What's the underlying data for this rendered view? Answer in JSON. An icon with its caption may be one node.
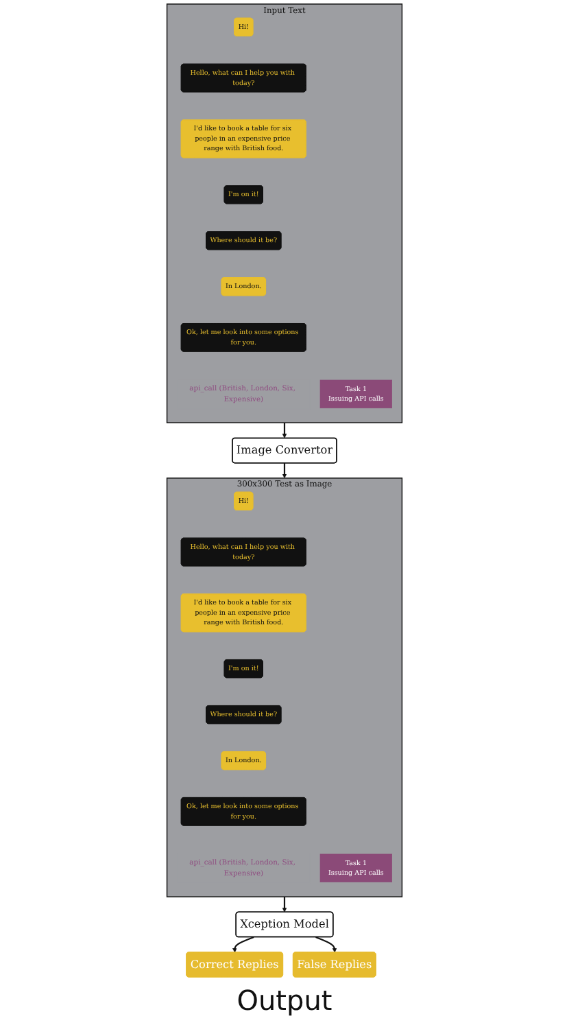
{
  "diagram": {
    "nodes": [
      {
        "text": [
          "Input Text"
        ]
      },
      {
        "text": [
          "Hi!"
        ],
        "in": 0
      },
      {
        "text": [
          "Hello, what can I help you with today?"
        ],
        "in": 0
      },
      {
        "text": [
          "I'd like to book a table for six people in an expensive price range with British food."
        ],
        "in": 0
      },
      {
        "text": [
          "I'm on it!"
        ],
        "in": 0
      },
      {
        "text": [
          "Where should it be?"
        ],
        "in": 0
      },
      {
        "text": [
          "In London."
        ],
        "in": 0
      },
      {
        "text": [
          "Ok, let me look into some options for you."
        ],
        "in": 0
      },
      {
        "text": [
          "api_call (British, London, Six, Expensive)"
        ],
        "in": 0
      },
      {
        "text": [
          "Task 1",
          "Issuing API calls"
        ],
        "in": 0
      },
      {
        "text": [
          "Image Convertor"
        ]
      },
      {
        "text": [
          "300x300 Test as Image"
        ]
      },
      {
        "text": [
          "Hi!"
        ],
        "in": 11
      },
      {
        "text": [
          "Hello, what can I help you with today?"
        ],
        "in": 11
      },
      {
        "text": [
          "I'd like to book a table for six people in an expensive price range with British food."
        ],
        "in": 11
      },
      {
        "text": [
          "I'm on it!"
        ],
        "in": 11
      },
      {
        "text": [
          "Where should it be?"
        ],
        "in": 11
      },
      {
        "text": [
          "In London."
        ],
        "in": 11
      },
      {
        "text": [
          "Ok, let me look into some options for you."
        ],
        "in": 11
      },
      {
        "text": [
          "api_call (British, London, Six, Expensive)"
        ],
        "in": 11
      },
      {
        "text": [
          "Task 1",
          "Issuing API calls"
        ],
        "in": 11
      },
      {
        "text": [
          "Xception Model"
        ]
      },
      {
        "text": [
          "Correct Replies"
        ]
      },
      {
        "text": [
          "False Replies"
        ]
      }
    ],
    "edges": [
      {
        "from": 0,
        "to": 10,
        "arrow": "to"
      },
      {
        "from": 10,
        "to": 11,
        "arrow": "to"
      },
      {
        "from": 11,
        "to": 21,
        "arrow": "to"
      },
      {
        "from": 21,
        "to": 22,
        "arrow": "to"
      },
      {
        "from": 21,
        "to": 23,
        "arrow": "to"
      }
    ],
    "labels": [
      "Output"
    ]
  }
}
